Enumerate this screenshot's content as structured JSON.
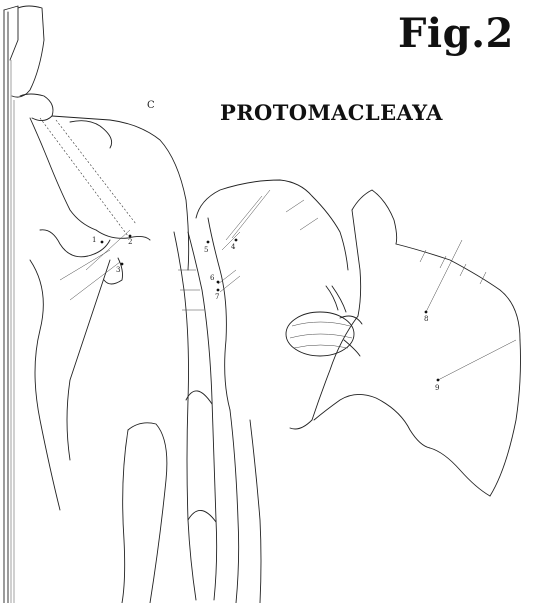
{
  "figure": {
    "title": "Fig.2",
    "panel_letter": "C",
    "species": "PROTOMACLEAYA"
  },
  "labels": [
    "1",
    "2",
    "3",
    "4",
    "5",
    "6",
    "7",
    "8",
    "9"
  ]
}
